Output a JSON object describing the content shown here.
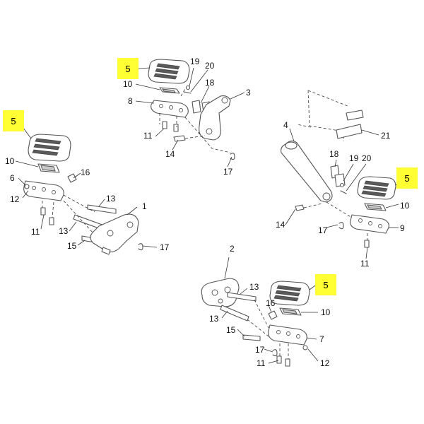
{
  "colors": {
    "highlight": "#ffff33",
    "line": "#555555",
    "pad": "#5a5a5a"
  },
  "callouts": {
    "tc5": "5",
    "tc10": "10",
    "tc8": "8",
    "tc19": "19",
    "tc20": "20",
    "tc18": "18",
    "tc3": "3",
    "tc11": "11",
    "tc14": "14",
    "tc17": "17",
    "l5": "5",
    "l10": "10",
    "l6": "6",
    "l12": "12",
    "l16": "16",
    "l13a": "13",
    "l1": "1",
    "l11": "11",
    "l13b": "13",
    "l15": "15",
    "l17": "17",
    "r4": "4",
    "r21": "21",
    "r18": "18",
    "r19": "19",
    "r20": "20",
    "r5": "5",
    "r10": "10",
    "r14": "14",
    "r17": "17",
    "r9": "9",
    "r11": "11",
    "b2": "2",
    "b13a": "13",
    "b5": "5",
    "b16": "16",
    "b10": "10",
    "b13b": "13",
    "b15": "15",
    "b7": "7",
    "b17": "17",
    "b11": "11",
    "b12": "12"
  }
}
